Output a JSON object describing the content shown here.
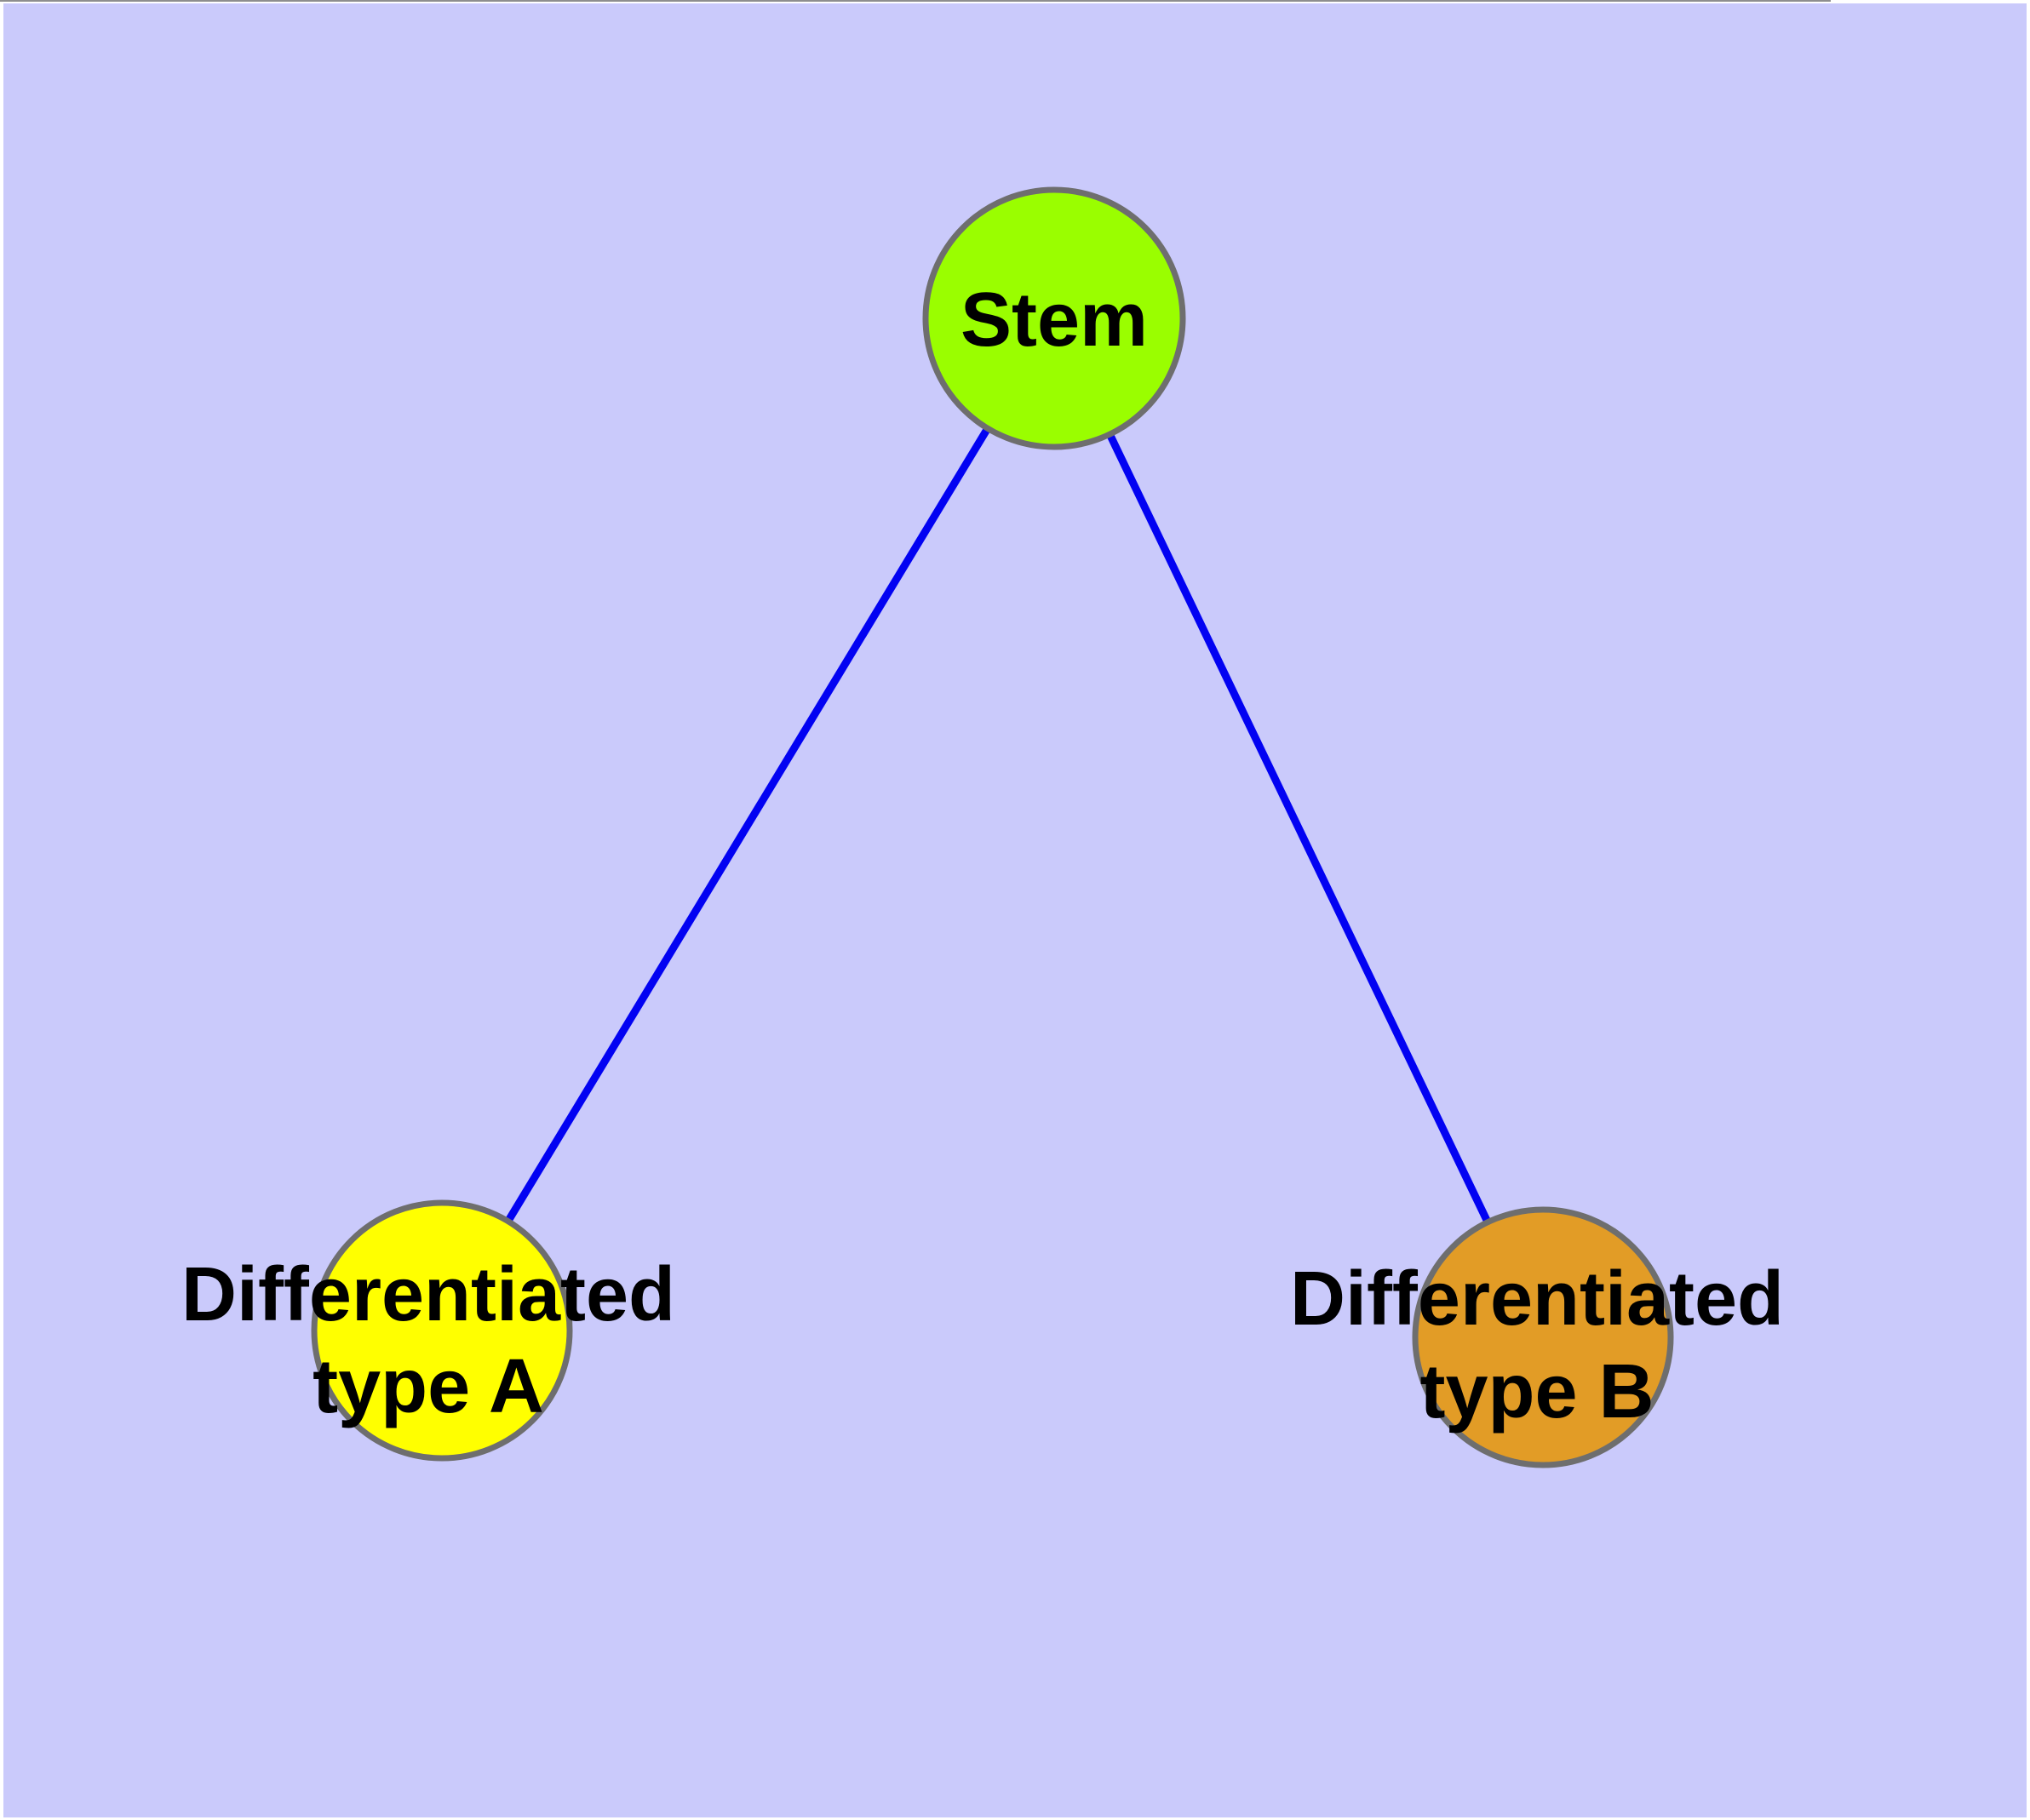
{
  "diagram": {
    "type": "node-link-graph",
    "page_color": "#FFFFFF",
    "background_color": "#CACAFB",
    "top_line_color": "#8E8E8E",
    "edge_color": "#0202F2",
    "node_border_color": "#6E6E6E",
    "label_color": "#000000",
    "nodes": {
      "stem": {
        "label": "Stem",
        "fill": "#9AFE00"
      },
      "type_a": {
        "label_line1": "Differentiated",
        "label_line2": "type A",
        "fill": "#FFFF00"
      },
      "type_b": {
        "label_line1": "Differentiated",
        "label_line2": "type B",
        "fill": "#E29C26"
      }
    },
    "edges": [
      {
        "from": "Stem",
        "to": "Differentiated type A"
      },
      {
        "from": "Stem",
        "to": "Differentiated type B"
      }
    ]
  }
}
